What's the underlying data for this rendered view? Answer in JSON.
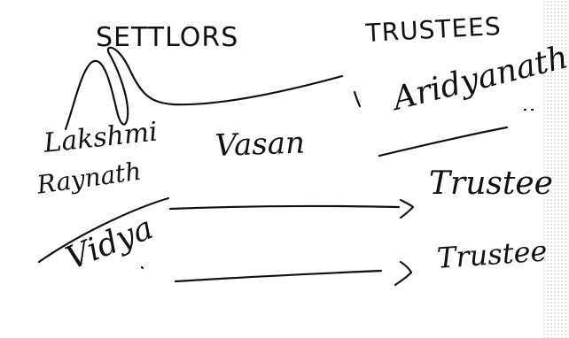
{
  "document": {
    "headings": {
      "settlors": "SETTLORS",
      "trustees": "TRUSTEES"
    },
    "settlors": [
      "Lakshmi",
      "Vasan",
      "Raynath",
      "Vidya"
    ],
    "roles": [
      "Trustee",
      "Trustee"
    ],
    "signature_text": "Aridyanatha",
    "page_edge": "stippled-margin"
  }
}
